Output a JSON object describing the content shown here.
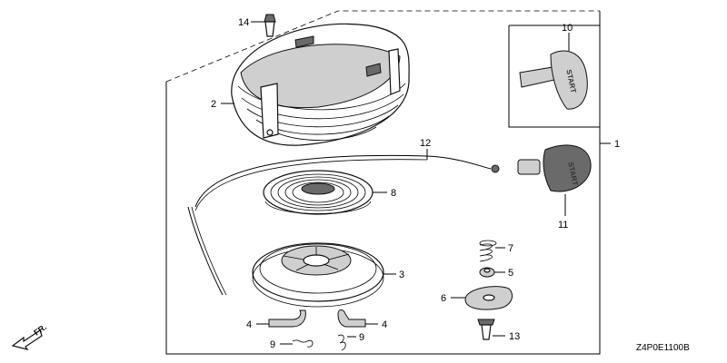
{
  "diagram_code": "Z4P0E1100B",
  "front_marker": "FR.",
  "handle_label": "START",
  "callouts": {
    "assembly": "1",
    "housing": "2",
    "reel": "3",
    "ratchet_left": "4",
    "ratchet_right": "4",
    "guide": "5",
    "friction_plate": "6",
    "friction_spring": "7",
    "recoil_spring": "8",
    "ratchet_spring_left": "9",
    "ratchet_spring_right": "9",
    "grip_inset": "10",
    "grip": "11",
    "rope": "12",
    "setting_bolt": "13",
    "flange_bolt": "14"
  }
}
